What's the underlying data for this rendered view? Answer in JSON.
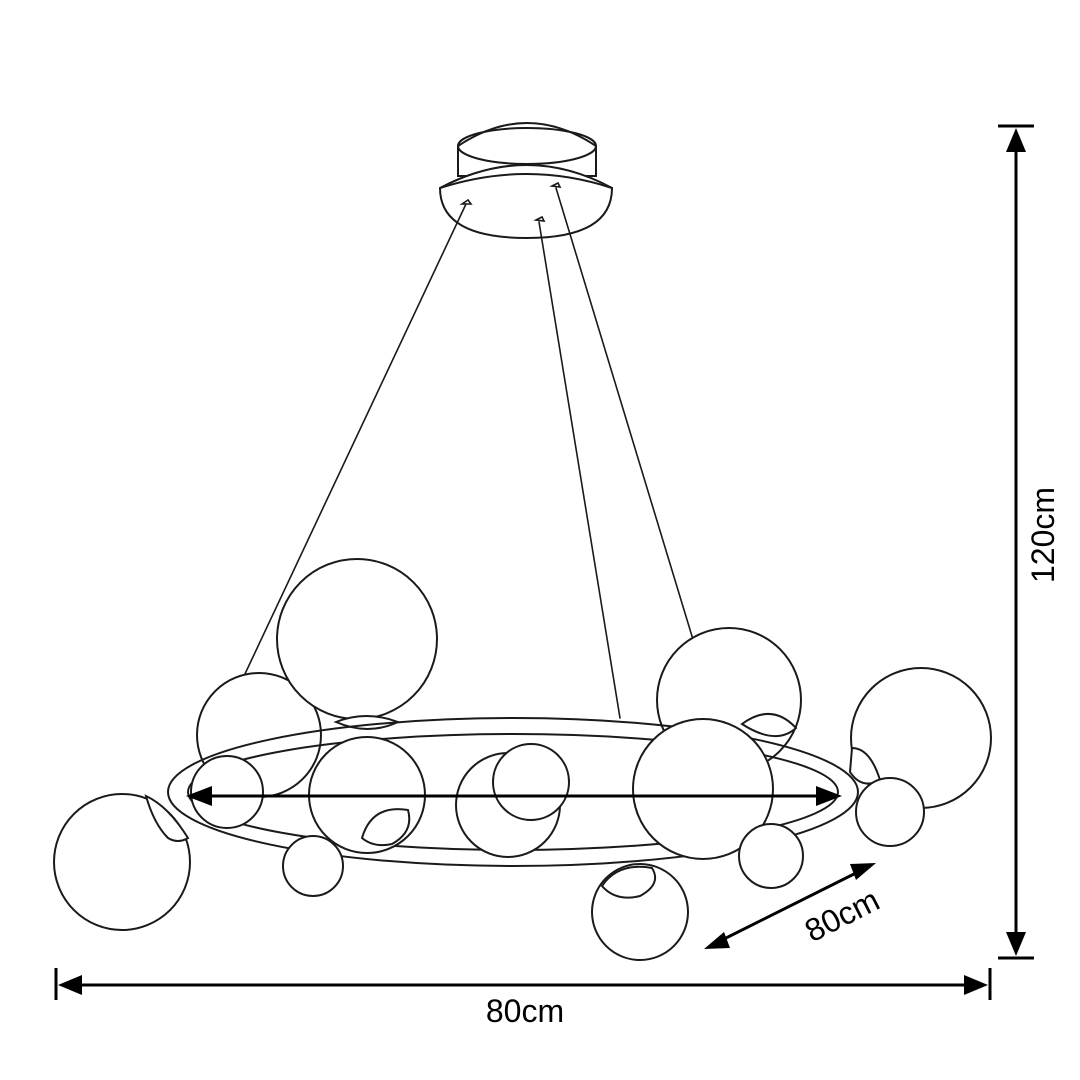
{
  "dimensions": {
    "height": "120cm",
    "width": "80cm",
    "depth": "80cm",
    "diameter_line": ""
  },
  "colors": {
    "line": "#1a1a1a",
    "background": "#ffffff"
  }
}
